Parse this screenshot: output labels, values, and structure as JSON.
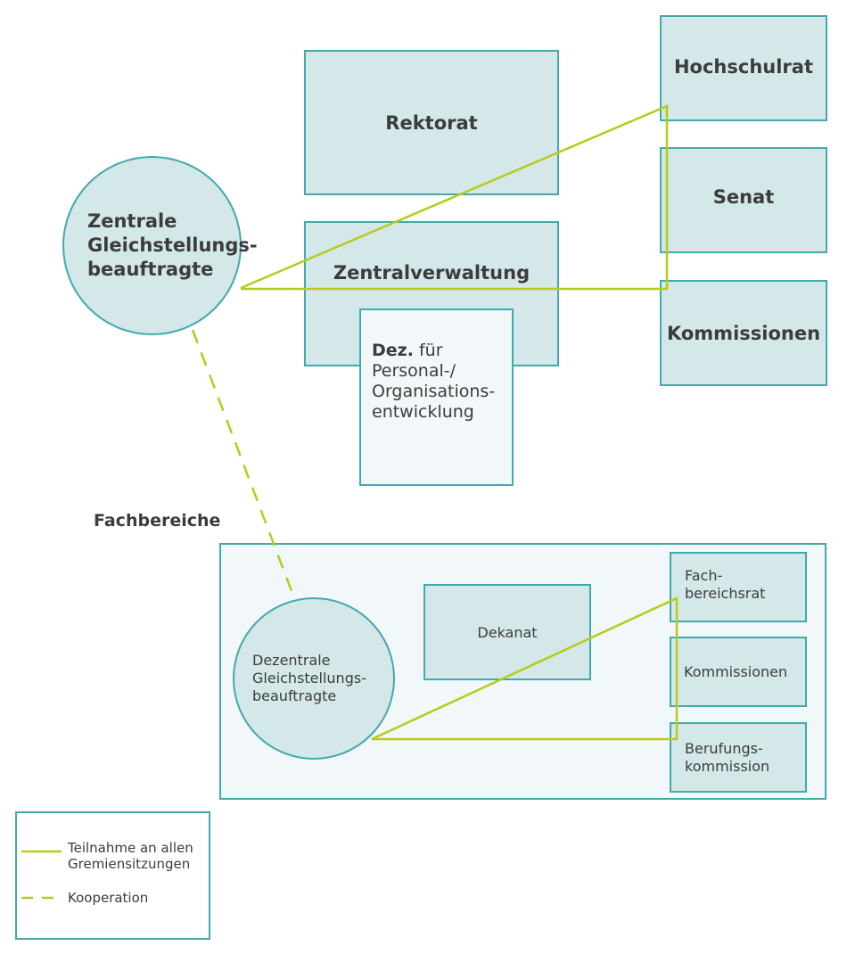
{
  "colors": {
    "box_border": "#43a9ad",
    "box_fill": "#d4e8e9",
    "light_fill": "#f2f8f9",
    "line_green": "#b5cc1a",
    "text": "#3c3c3c"
  },
  "central": {
    "circle": [
      "Zentrale",
      "Gleichstellungs-",
      "beauftragte"
    ],
    "rektorat": "Rektorat",
    "zentralverwaltung": "Zentralverwaltung",
    "dez": {
      "bold": "Dez.",
      "rest_line1": " für",
      "line2": "Personal-/",
      "line3": "Organisations-",
      "line4": "entwicklung"
    },
    "gremien": [
      "Hochschulrat",
      "Senat",
      "Kommissionen"
    ]
  },
  "faculty": {
    "title": "Fachbereiche",
    "circle": [
      "Dezentrale",
      "Gleichstellungs-",
      "beauftragte"
    ],
    "dekanat": "Dekanat",
    "gremien": [
      [
        "Fach-",
        "bereichsrat"
      ],
      [
        "Kommissionen"
      ],
      [
        "Berufungs-",
        "kommission"
      ]
    ]
  },
  "legend": {
    "solid_label": [
      "Teilnahme an allen",
      "Gremiensitzungen"
    ],
    "dashed_label": "Kooperation"
  }
}
